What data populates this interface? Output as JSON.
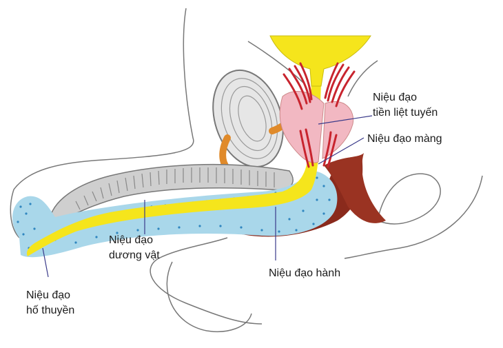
{
  "labels": {
    "prostatic": {
      "line1": "Niệu đạo",
      "line2": "tiền liệt tuyến"
    },
    "membranous": {
      "text": "Niệu đạo màng"
    },
    "penile": {
      "line1": "Niệu đạo",
      "line2": "dương vật"
    },
    "bulbar": {
      "text": "Niệu đạo hành"
    },
    "navicular": {
      "line1": "Niệu đạo",
      "line2": "hố thuyền"
    }
  },
  "colors": {
    "urethra": "#f5e51c",
    "spongiosum": "#a9d7ea",
    "spongiosum_dots": "#2f86bf",
    "cavernosum": "#cfcfcf",
    "prostate": "#f2b8c2",
    "muscle": "#c8242e",
    "bulb_muscle": "#8a2a1c",
    "ligament": "#e08a2a",
    "outline": "#666666"
  }
}
